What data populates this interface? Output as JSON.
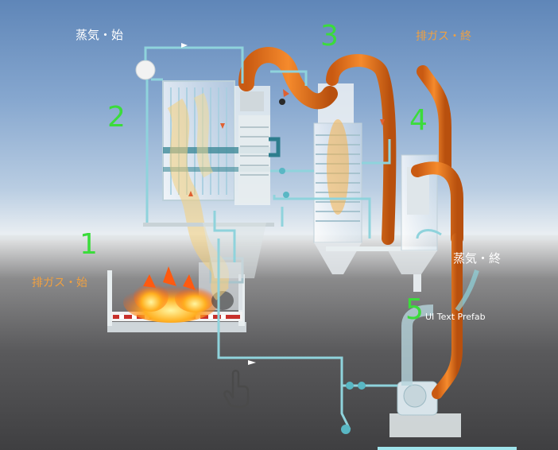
{
  "labels": {
    "steam_start": "蒸気・始",
    "exhaust_end": "排ガス・終",
    "exhaust_start": "排ガス・始",
    "steam_end": "蒸気・終",
    "ui_text_prefab": "UI Text Prefab"
  },
  "stage_numbers": [
    "1",
    "2",
    "3",
    "4",
    "5"
  ],
  "colors": {
    "stage_number": "#3bdc3b",
    "exhaust_label": "#f0a040",
    "steam_label": "#ffffff",
    "exhaust_duct": "#e8761e",
    "water_pipe": "#8fd3dc",
    "fire": "#ff7a10"
  },
  "icons": {
    "cursor": "hand-pointer-icon",
    "flow": "arrow-icon"
  }
}
